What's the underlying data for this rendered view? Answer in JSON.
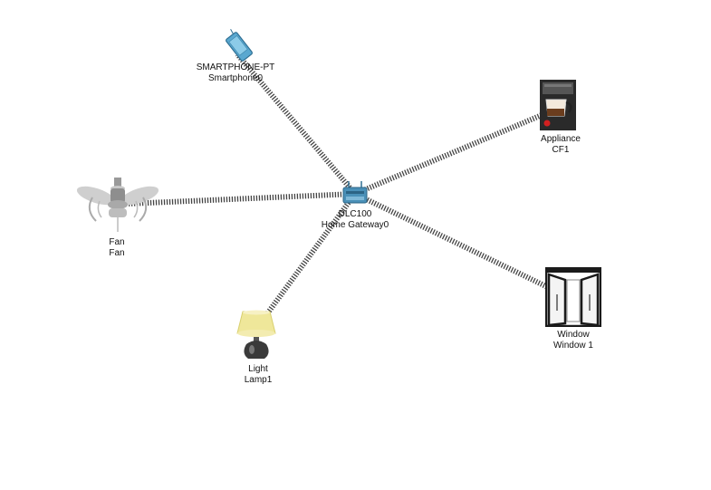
{
  "devices": {
    "smartphone": {
      "type_label": "SMARTPHONE-PT",
      "name": "Smartphone0",
      "icon": "smartphone-icon"
    },
    "gateway": {
      "type_label": "DLC100",
      "name": "Home Gateway0",
      "icon": "home-gateway-icon"
    },
    "appliance": {
      "type_label": "Appliance",
      "name": "CF1",
      "icon": "coffee-maker-icon"
    },
    "fan": {
      "type_label": "Fan",
      "name": "Fan",
      "icon": "ceiling-fan-icon"
    },
    "window": {
      "type_label": "Window",
      "name": "Window 1",
      "icon": "window-icon"
    },
    "light": {
      "type_label": "Light",
      "name": "Lamp1",
      "icon": "lamp-icon"
    }
  },
  "connections": [
    {
      "from": "gateway",
      "to": "smartphone"
    },
    {
      "from": "gateway",
      "to": "appliance"
    },
    {
      "from": "gateway",
      "to": "fan"
    },
    {
      "from": "gateway",
      "to": "window"
    },
    {
      "from": "gateway",
      "to": "light"
    }
  ],
  "colors": {
    "link": "#333333",
    "gateway": "#4a90b8",
    "smartphone": "#5aa8d0",
    "lamp_shade": "#efe79a"
  }
}
